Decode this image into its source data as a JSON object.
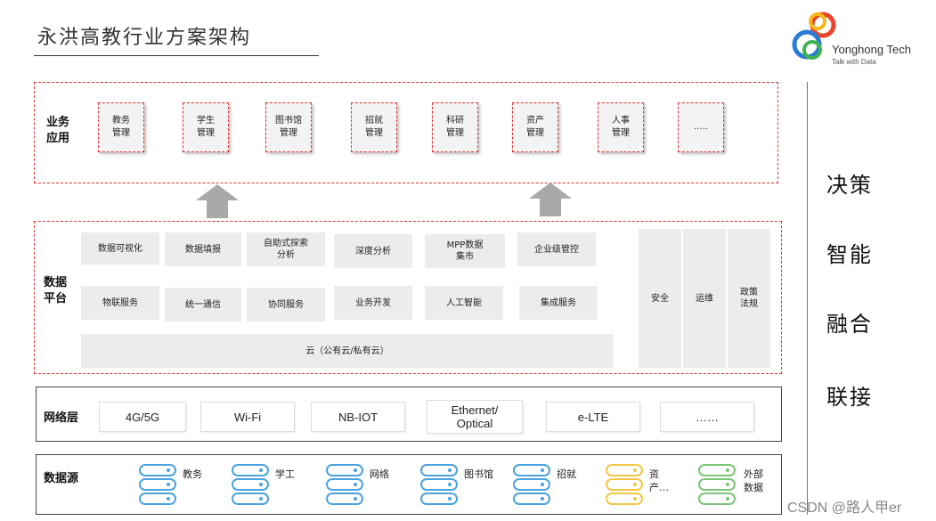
{
  "title": "永洪高教行业方案架构",
  "logo": {
    "name": "Yonghong Tech",
    "tagline": "Talk with Data"
  },
  "side_words": [
    "决策",
    "智能",
    "融合",
    "联接"
  ],
  "business": {
    "label": "业务\n应用",
    "items": [
      "教务\n管理",
      "学生\n管理",
      "图书馆\n管理",
      "招就\n管理",
      "科研\n管理",
      "资产\n管理",
      "人事\n管理",
      "….."
    ]
  },
  "platform": {
    "label": "数据\n平台",
    "row1": [
      "数据可视化",
      "数据填报",
      "自助式探索\n分析",
      "深度分析",
      "MPP数据\n集市",
      "企业级管控"
    ],
    "row2": [
      "物联服务",
      "统一通信",
      "协同服务",
      "业务开发",
      "人工智能",
      "集成服务"
    ],
    "cloud": "云（公有云/私有云）",
    "side": [
      "安全",
      "运维",
      "政策\n法规"
    ]
  },
  "network": {
    "label": "网络层",
    "items": [
      "4G/5G",
      "Wi-Fi",
      "NB-IOT",
      "Ethernet/\nOptical",
      "e-LTE",
      "……"
    ]
  },
  "datasource": {
    "label": "数据源",
    "items": [
      {
        "label": "教务",
        "icon": "database-icon-blue"
      },
      {
        "label": "学工",
        "icon": "database-icon-blue"
      },
      {
        "label": "网络",
        "icon": "database-icon-blue"
      },
      {
        "label": "图书馆",
        "icon": "database-icon-blue"
      },
      {
        "label": "招就",
        "icon": "database-icon-blue"
      },
      {
        "label": "资\n产…",
        "icon": "database-icon-yellow"
      },
      {
        "label": "外部\n数据",
        "icon": "database-icon-green"
      }
    ],
    "colors": {
      "blue": "#4aa3df",
      "yellow": "#f2c744",
      "green": "#7cc576"
    }
  },
  "watermark": "CSDN @路人甲er"
}
